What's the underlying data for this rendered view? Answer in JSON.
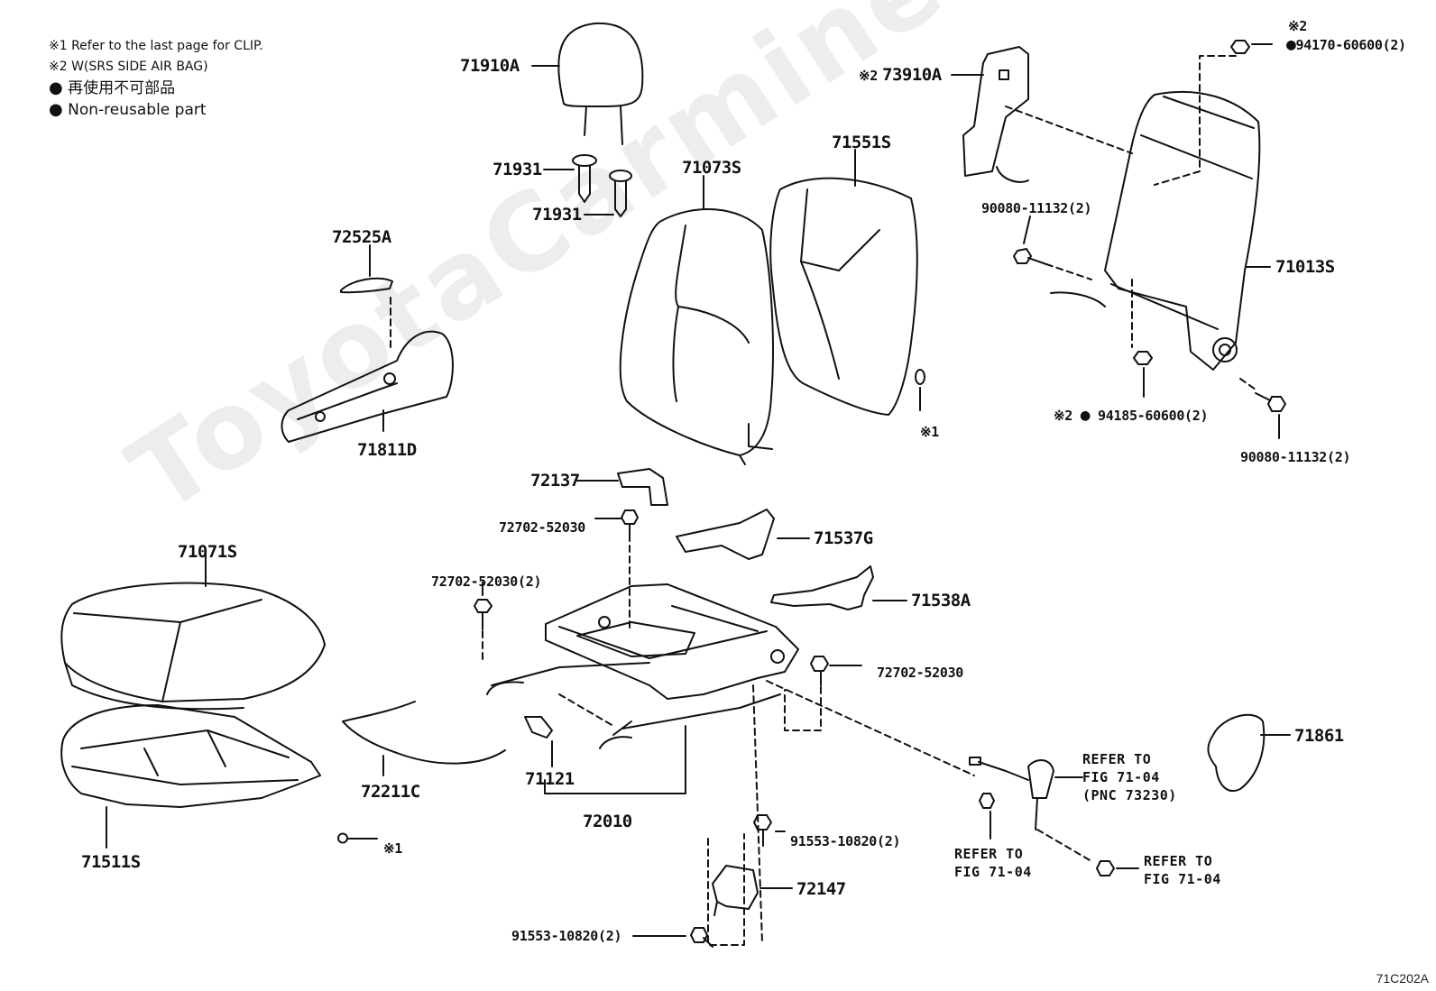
{
  "legend": {
    "note1": "※1 Refer to the last page for CLIP.",
    "note2": "※2 W(SRS SIDE AIR BAG)",
    "jp": "再使用不可部品",
    "en": "Non-reusable part",
    "dot": "●"
  },
  "watermark": "ToyotaCarmine.ru",
  "figure_code": "71C202A",
  "labels": {
    "p71910A": "71910A",
    "p71931a": "71931",
    "p71931b": "71931",
    "p71073S": "71073S",
    "p71551S": "71551S",
    "p72525A": "72525A",
    "p71811D": "71811D",
    "p73910A": "73910A",
    "p73910A_mark": "※2",
    "p94170": "94170-60600(2)",
    "p94170_mark": "※2",
    "p90080a": "90080-11132(2)",
    "p71013S": "71013S",
    "p94185": "94185-60600(2)",
    "p94185_mark": "※2",
    "p90080b": "90080-11132(2)",
    "clip1": "※1",
    "p72137": "72137",
    "p72702a": "72702-52030",
    "p71537G": "71537G",
    "p72702b": "72702-52030(2)",
    "p71538A": "71538A",
    "p71071S": "71071S",
    "p72702c": "72702-52030",
    "p71861": "71861",
    "p72211C": "72211C",
    "p71511S": "71511S",
    "clip2": "※1",
    "p71121": "71121",
    "p72010": "72010",
    "p91553a": "91553-10820(2)",
    "p72147": "72147",
    "p91553b": "91553-10820(2)",
    "ref1": "REFER TO\nFIG 71-04\n(PNC 73230)",
    "ref2": "REFER TO\nFIG 71-04",
    "ref3": "REFER TO\nFIG 71-04"
  }
}
